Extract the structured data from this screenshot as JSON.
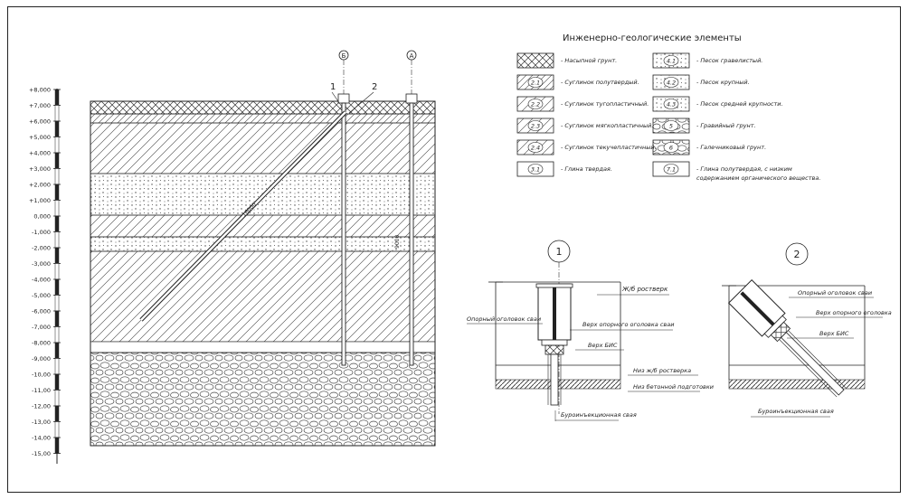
{
  "legend": {
    "title": "Инженерно-геологические элементы",
    "items": [
      {
        "code": "",
        "text": "- Насыпной грунт.",
        "pattern": "fill-pat"
      },
      {
        "code": "2.1",
        "text": "- Суглинок полутвердый.",
        "pattern": "loam-semi"
      },
      {
        "code": "2.2",
        "text": "- Суглинок тугопластичный.",
        "pattern": "loam-stiff"
      },
      {
        "code": "2.3",
        "text": "- Суглинок мягкопластичный.",
        "pattern": "loam-soft"
      },
      {
        "code": "2.4",
        "text": "- Суглинок текучепластичный.",
        "pattern": "loam-fluid"
      },
      {
        "code": "3.1",
        "text": "- Глина твердая.",
        "pattern": "clay-hard"
      },
      {
        "code": "4.1",
        "text": "- Песок гравелистый.",
        "pattern": "sand-gravel"
      },
      {
        "code": "4.2",
        "text": "- Песок крупный.",
        "pattern": "sand-coarse"
      },
      {
        "code": "4.3",
        "text": "- Песок средней крупности.",
        "pattern": "sand-medium"
      },
      {
        "code": "5",
        "text": "- Гравийный грунт.",
        "pattern": "gravel"
      },
      {
        "code": "6",
        "text": "- Галечниковый грунт.",
        "pattern": "pebble"
      },
      {
        "code": "7.1",
        "text": "- Глина полутвердая, с низким",
        "text2": "содержанием органического вещества.",
        "pattern": "clay-semi"
      }
    ]
  },
  "scale": {
    "ticks": [
      "+8,000",
      "+7,000",
      "+6,000",
      "+5,000",
      "+4,000",
      "+3,000",
      "+2,000",
      "+1,000",
      "0,000",
      "-1,000",
      "-2,000",
      "-3,000",
      "-4,000",
      "-5,000",
      "-6,000",
      "-7,000",
      "-8,000",
      "-9,000",
      "-10,00",
      "-11,00",
      "-12,00",
      "-13,00",
      "-14,00",
      "-15,00"
    ]
  },
  "section": {
    "axis_b": "Б",
    "axis_a": "А",
    "pile_label_1": "1",
    "pile_label_2": "2",
    "incline_length": "16000",
    "vertical_length": "9000"
  },
  "detail1": {
    "number": "1",
    "grillage": "Ж/б ростверк",
    "pile_cap": "Опорный оголовок сваи",
    "top_cap": "Верх опорного оголовка сваи",
    "top_bis": "Верх БИС",
    "bottom_grillage": "Низ ж/б ростверка",
    "bottom_concrete": "Низ бетонной подготовки",
    "pile": "Буроинъекционная свая"
  },
  "detail2": {
    "number": "2",
    "pile_cap": "Опорный оголовок сваи",
    "top_cap": "Верх опорного оголовка",
    "top_bis": "Верх БИС",
    "pile": "Буроинъекционная свая"
  }
}
